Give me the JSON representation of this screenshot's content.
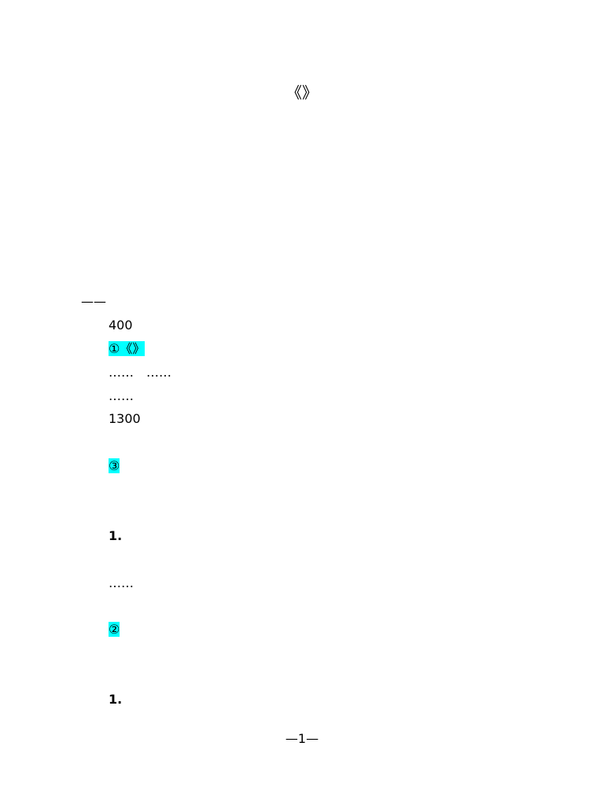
{
  "doc": {
    "title": "《》",
    "red_heading_1": "",
    "center_heading_1": "",
    "center_subtitle": "",
    "center_heading_2": "",
    "red_heading_2": "",
    "intro_line": "——",
    "line_1": "400",
    "line_2_hl": "①《》",
    "line_3": "……　……",
    "line_4": "……",
    "line_5": "1300",
    "line_6": "",
    "para_hl_1": "③",
    "line_purple_1": "",
    "line_bold_1": "1.",
    "line_7": "",
    "line_8": "……",
    "line_9": "",
    "line_hl_2": "②",
    "para_purple_2": "",
    "line_bold_2": "1.",
    "line_10": "",
    "page_number": "—1—"
  }
}
